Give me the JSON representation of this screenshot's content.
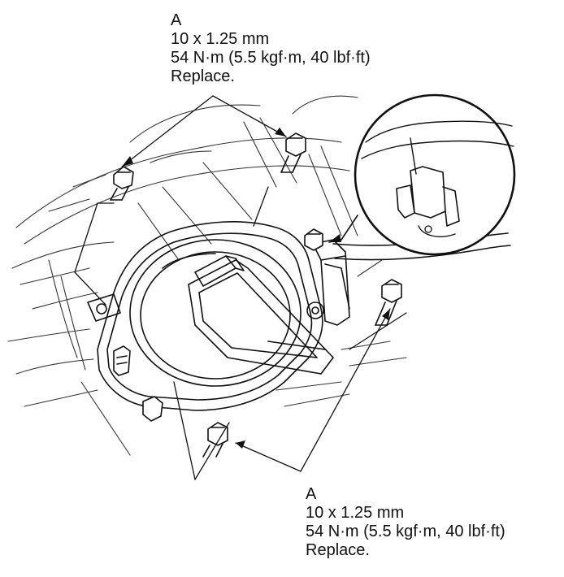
{
  "callouts": {
    "top": {
      "letter": "A",
      "size": "10 x 1.25 mm",
      "torque": "54 N·m (5.5 kgf·m, 40 lbf·ft)",
      "note": "Replace."
    },
    "bottom": {
      "letter": "A",
      "size": "10 x 1.25 mm",
      "torque": "54 N·m (5.5 kgf·m, 40 lbf·ft)",
      "note": "Replace."
    }
  },
  "colors": {
    "line": "#111111",
    "background": "#ffffff"
  }
}
